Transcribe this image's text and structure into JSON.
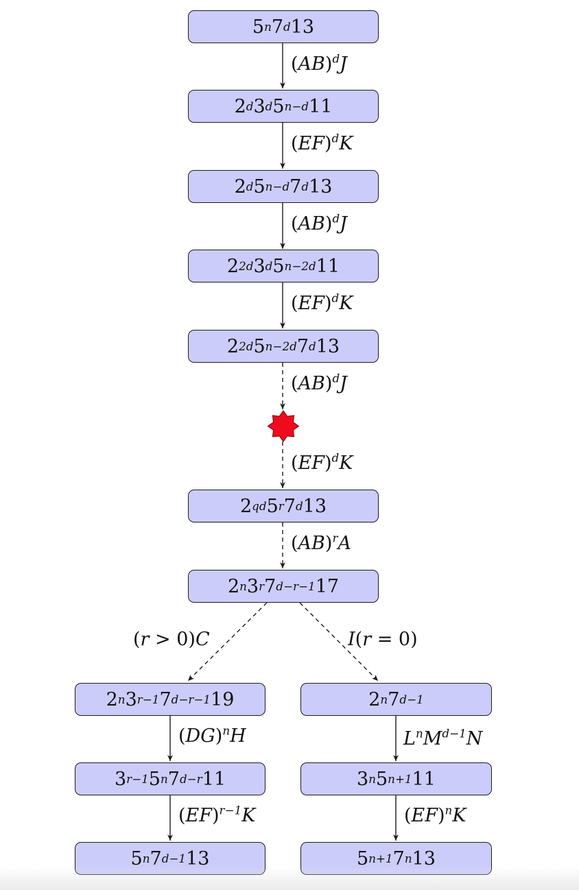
{
  "colors": {
    "node_fill": "#ccccfa",
    "node_border": "#1a1a1a",
    "edge": "#1a1a1a",
    "star_fill": "#f00a1e"
  },
  "nodes": {
    "n1": "5^{n}7^{d}13",
    "n2": "2^{d}3^{d}5^{n−d}11",
    "n3": "2^{d}5^{n−d}7^{d}13",
    "n4": "2^{2d}3^{d}5^{n−2d}11",
    "n5": "2^{2d}5^{n−2d}7^{d}13",
    "n6": "2^{qd}5^{r}7^{d}13",
    "n7": "2^{n}3^{r}7^{d−r−1}17",
    "n8": "2^{n}3^{r−1}7^{d−r−1}19",
    "n9": "3^{r−1}5^{n}7^{d−r}11",
    "n10": "5^{n}7^{d−1}13",
    "n11": "2^{n}7^{d−1}",
    "n12": "3^{n}5^{n+1}11",
    "n13": "5^{n+1}7^{n}13"
  },
  "edges": {
    "e1": "(AB)^{d}J",
    "e2": "(EF)^{d}K",
    "e3": "(AB)^{d}J",
    "e4": "(EF)^{d}K",
    "e5": "(AB)^{d}J",
    "e6": "(EF)^{d}K",
    "e7": "(AB)^{r}A",
    "e8": "(r > 0)C",
    "e9": "I(r = 0)",
    "e10": "(DG)^{n}H",
    "e11": "(EF)^{r−1}K",
    "e12": "L^{n}M^{d−1}N",
    "e13": "(EF)^{n}K"
  }
}
